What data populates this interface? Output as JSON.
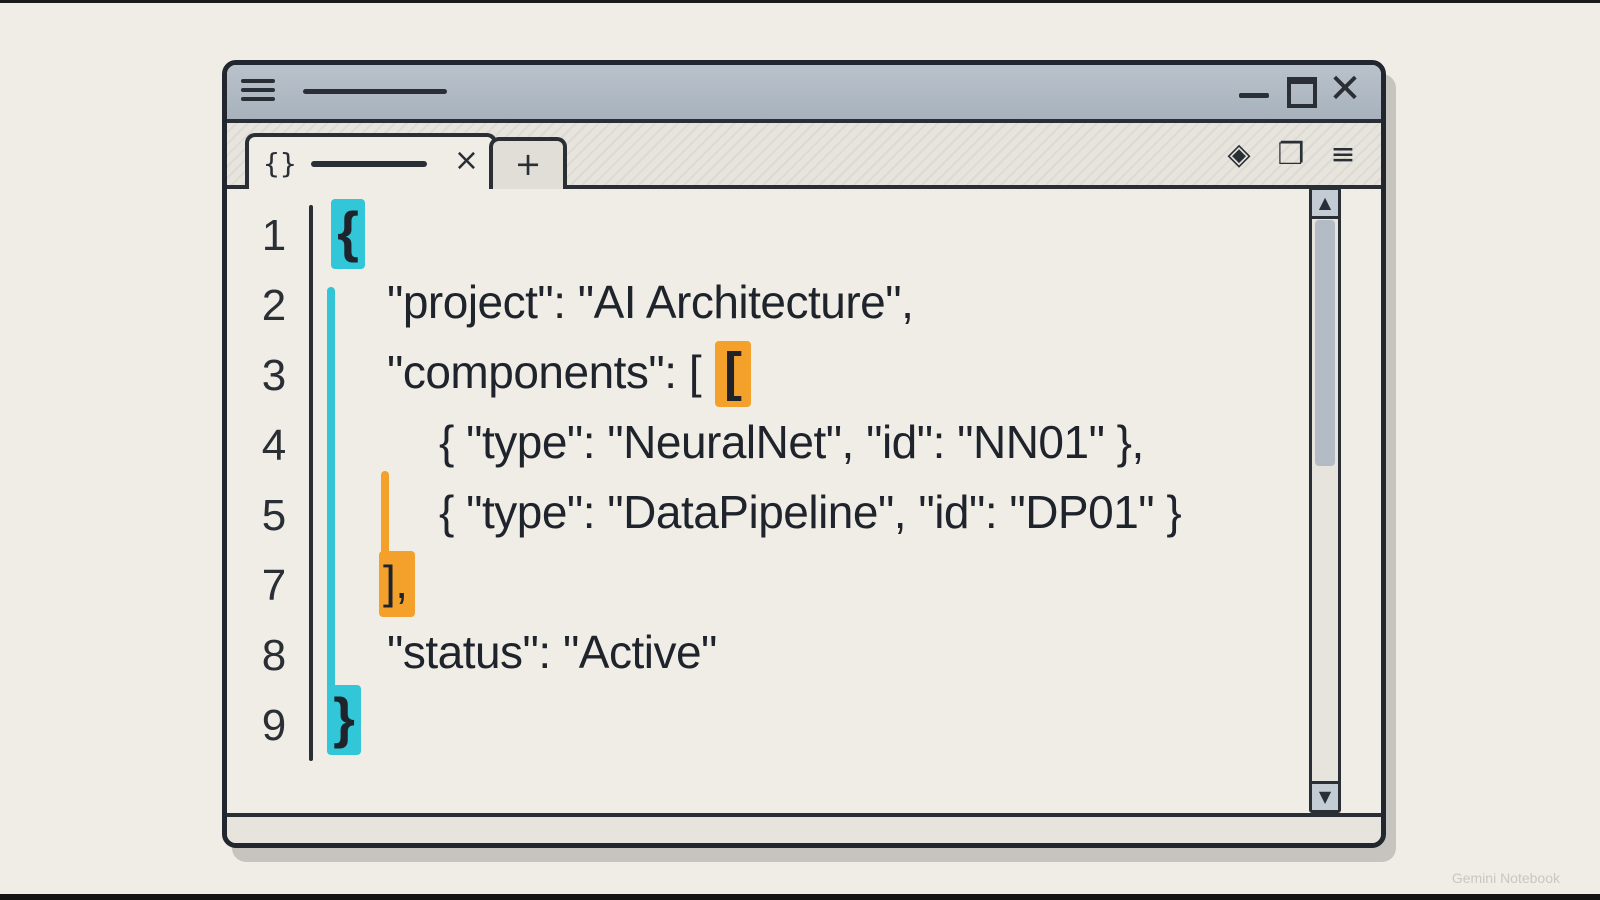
{
  "tab": {
    "icon": "braces-icon",
    "icon_text": "{}",
    "close": "×"
  },
  "new_tab": {
    "label": "+"
  },
  "toolbar": {
    "icons": [
      "diamond-icon",
      "copy-icon",
      "menu-icon"
    ],
    "diamond": "◈",
    "copy": "❐",
    "menu": "≡"
  },
  "window_controls": {
    "close": "✕"
  },
  "editor": {
    "lines": [
      {
        "num": "1",
        "text": "{"
      },
      {
        "num": "2",
        "text": "\"project\": \"AI Architecture\","
      },
      {
        "num": "3",
        "text": "\"components\": ["
      },
      {
        "num": "4",
        "text": "{ \"type\": \"NeuralNet\", \"id\": \"NN01\" },"
      },
      {
        "num": "5",
        "text": "{ \"type\": \"DataPipeline\", \"id\": \"DP01\" }"
      },
      {
        "num": "7",
        "text": "],"
      },
      {
        "num": "8",
        "text": "\"status\": \"Active\""
      },
      {
        "num": "9",
        "text": "}"
      }
    ],
    "highlight_colors": {
      "brace": "#31c7d9",
      "bracket": "#f3a12a"
    }
  },
  "scrollbar": {
    "up": "▲",
    "down": "▼"
  },
  "watermark": "Gemini Notebook"
}
